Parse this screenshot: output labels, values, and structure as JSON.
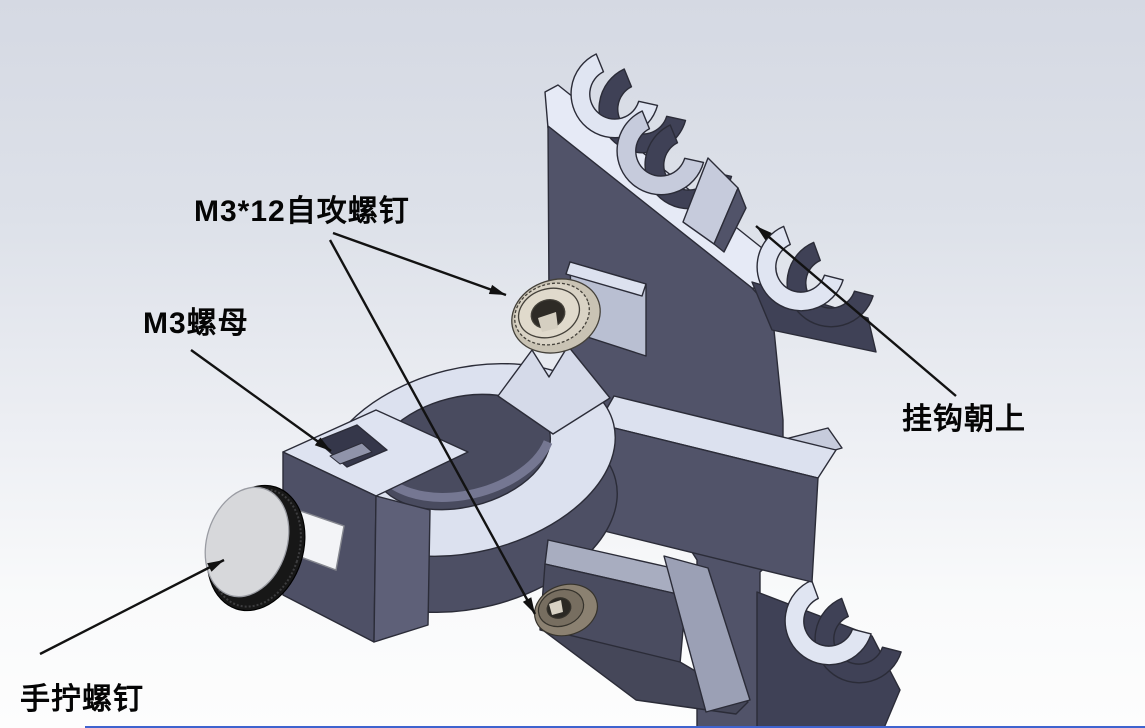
{
  "view": {
    "type": "cad-isometric-assembly-screenshot",
    "description_visible_text_only": true
  },
  "annotations": {
    "screw_label": "M3*12自攻螺钉",
    "nut_label": "M3螺母",
    "hook_label": "挂钩朝上",
    "thumbscrew_label": "手拧螺钉"
  },
  "colors": {
    "background_top": "#d5d9e3",
    "background_bottom": "#fdfdfd",
    "metal_top_face": "#e0e5f2",
    "metal_band": "#e6eaf6",
    "metal_mid": "#9ba0b5",
    "metal_mid_light": "#c6cbdc",
    "metal_front_dark": "#515369",
    "metal_shadow_dark": "#3f4156",
    "hole_dark": "#494b5f",
    "screw_head_tan": "#ddd7c9",
    "screw_bottom_tan": "#8b8171",
    "socket_dark": "#2e2b26",
    "knob_face": "#d7d8db",
    "knob_rim_knurled": "#171717",
    "shaft_white": "#f3f4f7",
    "outline": "#2b2c38",
    "annotation_color": "#050505",
    "bottom_line_blue": "#3f63cf"
  }
}
